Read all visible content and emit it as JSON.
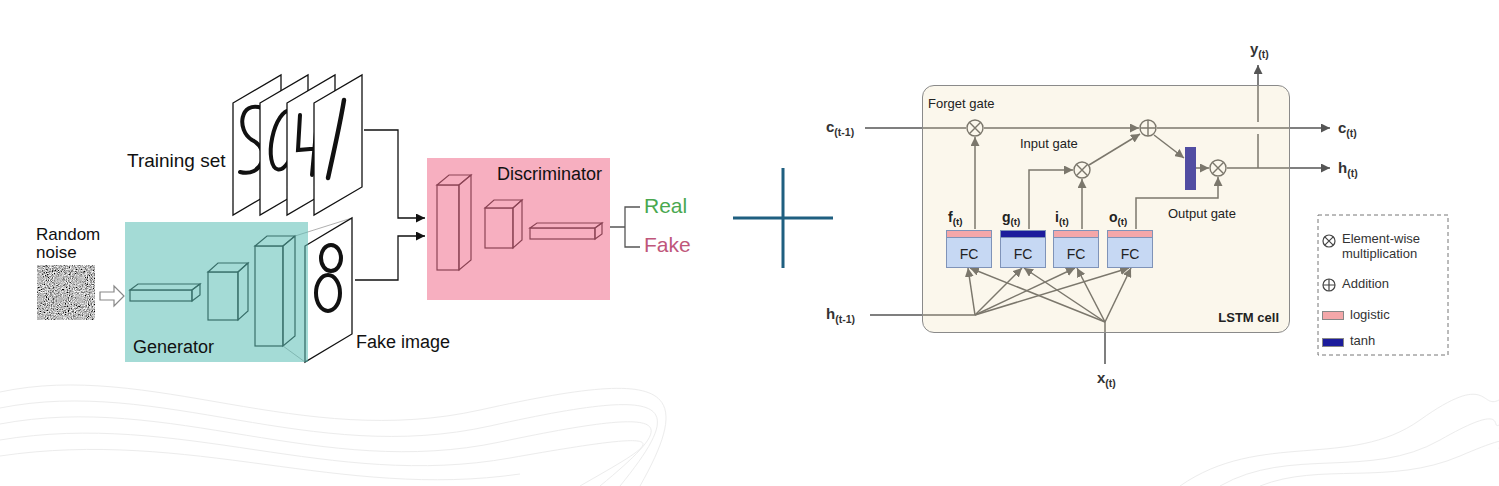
{
  "diagram": {
    "nodes": [
      {
        "text": [
          "Generator"
        ]
      },
      {
        "text": [
          "Discriminator"
        ]
      },
      {
        "text": [
          "LSTM cell"
        ]
      },
      {
        "text": [
          "f(t)",
          "FC"
        ],
        "in": 2
      },
      {
        "text": [
          "g(t)",
          "FC"
        ],
        "in": 2
      },
      {
        "text": [
          "i(t)",
          "FC"
        ],
        "in": 2
      },
      {
        "text": [
          "o(t)",
          "FC"
        ],
        "in": 2
      }
    ],
    "labels": [
      "Training set",
      "Random noise",
      "Fake image",
      "Real",
      "Fake",
      "y(t)",
      "Forget gate",
      "c(t-1)",
      "c(t)",
      "Input gate",
      "h(t)",
      "Output gate",
      "h(t-1)",
      "x(t)"
    ],
    "legend": [
      {
        "text": "Element-wise multiplication"
      },
      {
        "text": "Addition"
      },
      {
        "text": "logistic",
        "color": "#f4a7a9"
      },
      {
        "text": "tanh",
        "color": "#1c1c9c"
      }
    ]
  }
}
